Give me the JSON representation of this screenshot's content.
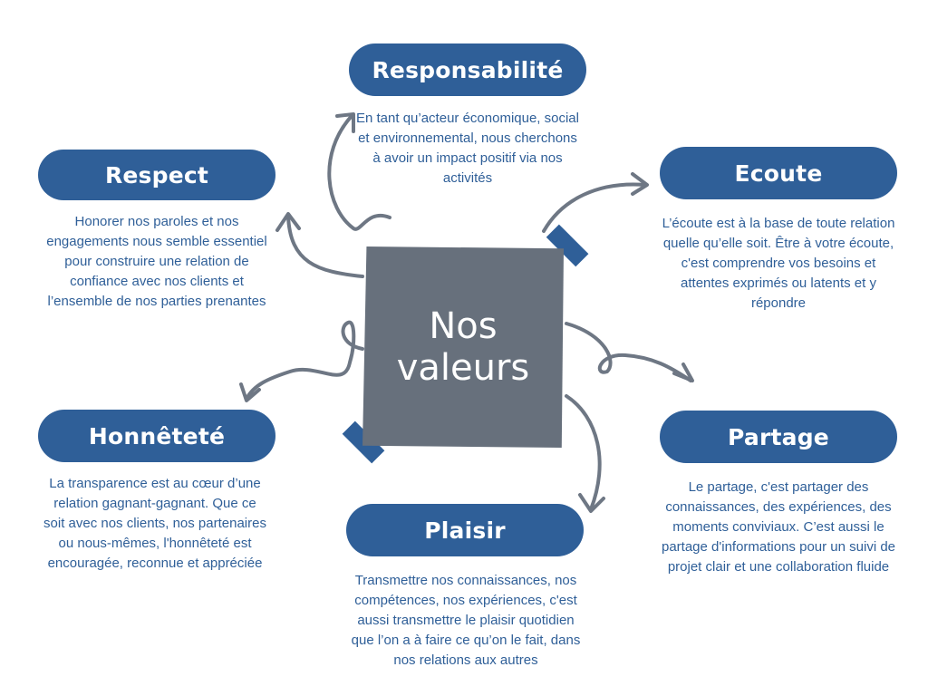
{
  "center": {
    "title": "Nos valeurs"
  },
  "values": {
    "responsabilite": {
      "title": "Responsabilité",
      "text": "En tant qu’acteur économique, social et environnemental, nous cherchons à avoir un impact positif via nos activités"
    },
    "respect": {
      "title": "Respect",
      "text": "Honorer nos paroles et nos engagements nous semble essentiel pour construire une relation de confiance avec nos clients et l’ensemble de nos parties prenantes"
    },
    "ecoute": {
      "title": "Ecoute",
      "text": "L’écoute est à la base de toute relation quelle qu’elle soit. Être à votre écoute, c'est comprendre vos besoins et attentes exprimés ou latents et y répondre"
    },
    "honnetete": {
      "title": "Honnêteté",
      "text": "La transparence est au cœur d’une relation gagnant-gagnant. Que ce soit avec nos clients, nos partenaires ou nous-mêmes, l'honnêteté est encouragée, reconnue et appréciée"
    },
    "partage": {
      "title": "Partage",
      "text": "Le partage, c'est partager des connaissances, des expériences, des moments conviviaux. C’est aussi le partage d'informations pour un suivi de projet clair et une collaboration fluide"
    },
    "plaisir": {
      "title": "Plaisir",
      "text": "Transmettre nos connaissances, nos compétences, nos expériences, c'est aussi transmettre le plaisir quotidien que l’on a à faire ce qu’on le fait, dans nos relations aux autres"
    }
  },
  "colors": {
    "pill": "#2f5f98",
    "text": "#2f5f98",
    "box": "#67707c",
    "arrow": "#6e7784",
    "tape": "#2f5f98"
  }
}
